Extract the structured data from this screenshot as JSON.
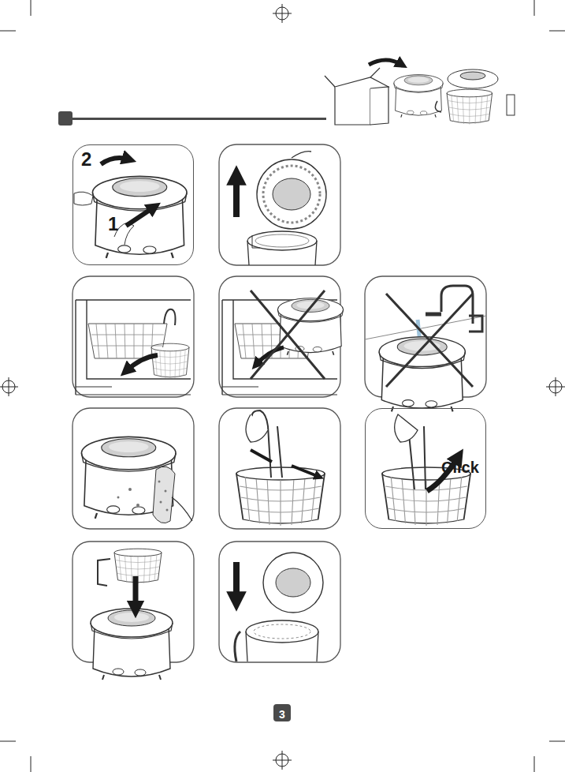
{
  "diagram": {
    "nodes": [
      {
        "text": [
          "2",
          "1"
        ]
      },
      {
        "text": [
          "Click"
        ]
      },
      {
        "text": [
          "3"
        ]
      }
    ]
  }
}
